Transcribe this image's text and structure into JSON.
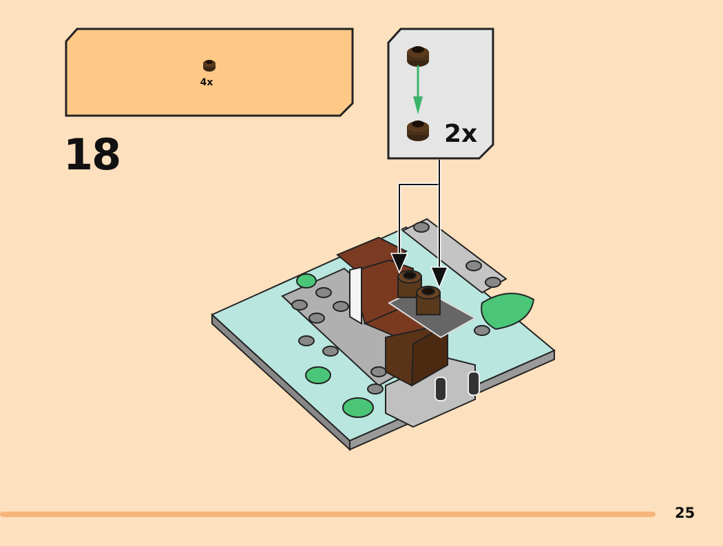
{
  "step": {
    "number": "18"
  },
  "parts_callout": {
    "part": "brown-round-plate-1x1",
    "count": "4x"
  },
  "sub_assembly": {
    "count": "2x"
  },
  "page": {
    "number": "25",
    "progress_fraction": 0.9
  },
  "colors": {
    "background": "#fde0bd",
    "parts_box": "#fec986",
    "sub_box": "#e5e5e5",
    "progress": "#f7b57c",
    "arrow_green": "#3cb36a"
  }
}
